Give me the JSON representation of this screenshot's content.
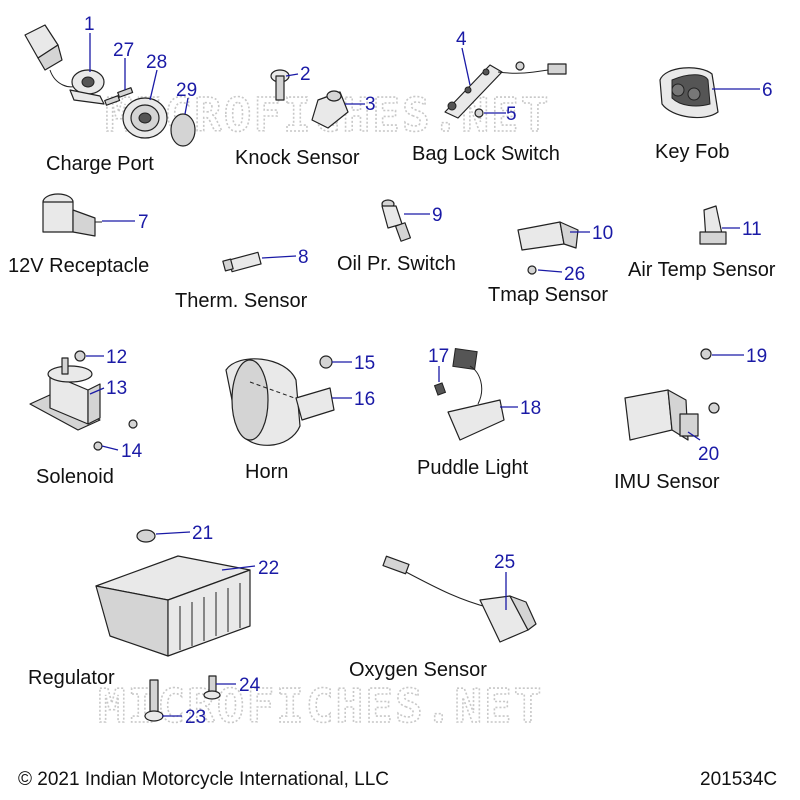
{
  "watermark": "MICROFICHES.NET",
  "footer": {
    "copyright": "© 2021 Indian Motorcycle International, LLC",
    "diagram_id": "201534C"
  },
  "labels": {
    "charge_port": "Charge Port",
    "knock_sensor": "Knock Sensor",
    "bag_lock_switch": "Bag Lock Switch",
    "key_fob": "Key Fob",
    "receptacle": "12V Receptacle",
    "therm_sensor": "Therm. Sensor",
    "oil_switch": "Oil Pr. Switch",
    "tmap_sensor": "Tmap Sensor",
    "air_temp_sensor": "Air Temp Sensor",
    "solenoid": "Solenoid",
    "horn": "Horn",
    "puddle_light": "Puddle Light",
    "imu_sensor": "IMU Sensor",
    "regulator": "Regulator",
    "oxygen_sensor": "Oxygen Sensor"
  },
  "callouts": {
    "n1": "1",
    "n2": "2",
    "n3": "3",
    "n4": "4",
    "n5": "5",
    "n6": "6",
    "n7": "7",
    "n8": "8",
    "n9": "9",
    "n10": "10",
    "n11": "11",
    "n12": "12",
    "n13": "13",
    "n14": "14",
    "n15": "15",
    "n16": "16",
    "n17": "17",
    "n18": "18",
    "n19": "19",
    "n20": "20",
    "n21": "21",
    "n22": "22",
    "n23": "23",
    "n24": "24",
    "n25": "25",
    "n26": "26",
    "n27": "27",
    "n28": "28",
    "n29": "29"
  }
}
